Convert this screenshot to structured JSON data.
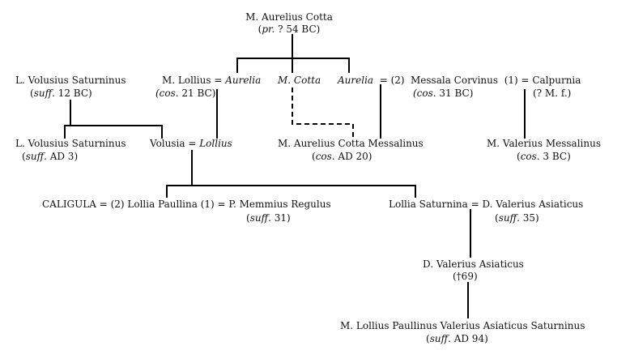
{
  "cotta": {
    "name": "M. Aurelius Cotta",
    "note_pre": "pr.",
    "note_post": " ? 54 BC)"
  },
  "volusius": {
    "name": "L. Volusius Saturninus",
    "note_pre": "suff.",
    "note_post": " 12 BC)"
  },
  "lollius": {
    "name": "M. Lollius = ",
    "spouse": "Aurelia",
    "note_pre": "(cos.",
    "note_post": " 21 BC)"
  },
  "m_cotta": {
    "name": "M. Cotta"
  },
  "aurelia2": {
    "name": "Aurelia",
    "eq": "= (2)"
  },
  "messala": {
    "name": "Messala Corvinus",
    "eq": "(1) = Calpurnia",
    "note_pre": "(cos.",
    "note_post": " 31 BC)",
    "calp_note": "(? M. f.)"
  },
  "volusius2": {
    "name": "L. Volusius Saturninus",
    "note_pre": "suff.",
    "note_post": " AD 3)"
  },
  "volusia": {
    "name": "Volusia = ",
    "spouse": "Lollius"
  },
  "cotta_mess": {
    "name": "M. Aurelius Cotta Messalinus",
    "note_pre": "cos.",
    "note_post": " AD 20)"
  },
  "valerius_mess": {
    "name": "M. Valerius Messalinus",
    "note_pre": "cos.",
    "note_post": " 3 BC)"
  },
  "paullina": {
    "line": "CALIGULA = (2) Lollia Paullina (1) = P. Memmius Regulus",
    "note_pre": "suff.",
    "note_post": " 31)"
  },
  "saturnina": {
    "line": "Lollia Saturnina = D. Valerius Asiaticus",
    "note_pre": "suff.",
    "note_post": " 35)"
  },
  "asiaticus": {
    "name": "D. Valerius Asiaticus",
    "note": "(†69)"
  },
  "paullinus": {
    "name": "M. Lollius Paullinus Valerius Asiaticus Saturninus",
    "note_pre": "suff.",
    "note_post": " AD 94)"
  },
  "open_paren": "("
}
